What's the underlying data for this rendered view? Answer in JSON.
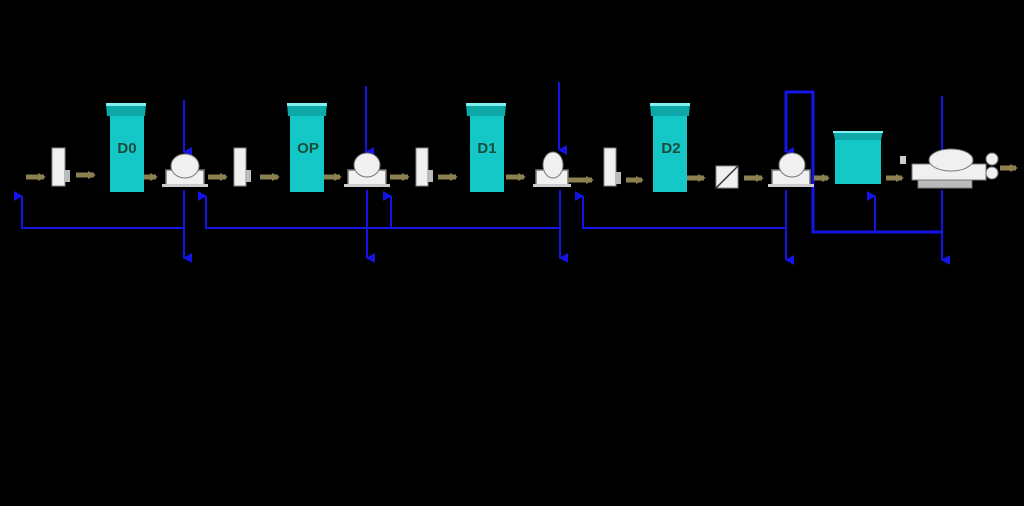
{
  "diagram": {
    "towers": [
      {
        "label": "D0"
      },
      {
        "label": "OP"
      },
      {
        "label": "D1"
      },
      {
        "label": "D2"
      }
    ],
    "colors": {
      "background": "#000000",
      "pulp_flow_arrow": "#8a8050",
      "water_line": "#1414e6",
      "tower_body": "#14c8c8",
      "tower_top": "#0fa8a8",
      "equipment": "#f0f0f0",
      "equipment_outline": "#777777"
    },
    "icons": [
      "pulp-flow-arrow",
      "press-icon",
      "pump-icon",
      "tower-icon",
      "screen-icon",
      "storage-tank-icon",
      "paper-machine-icon"
    ]
  }
}
